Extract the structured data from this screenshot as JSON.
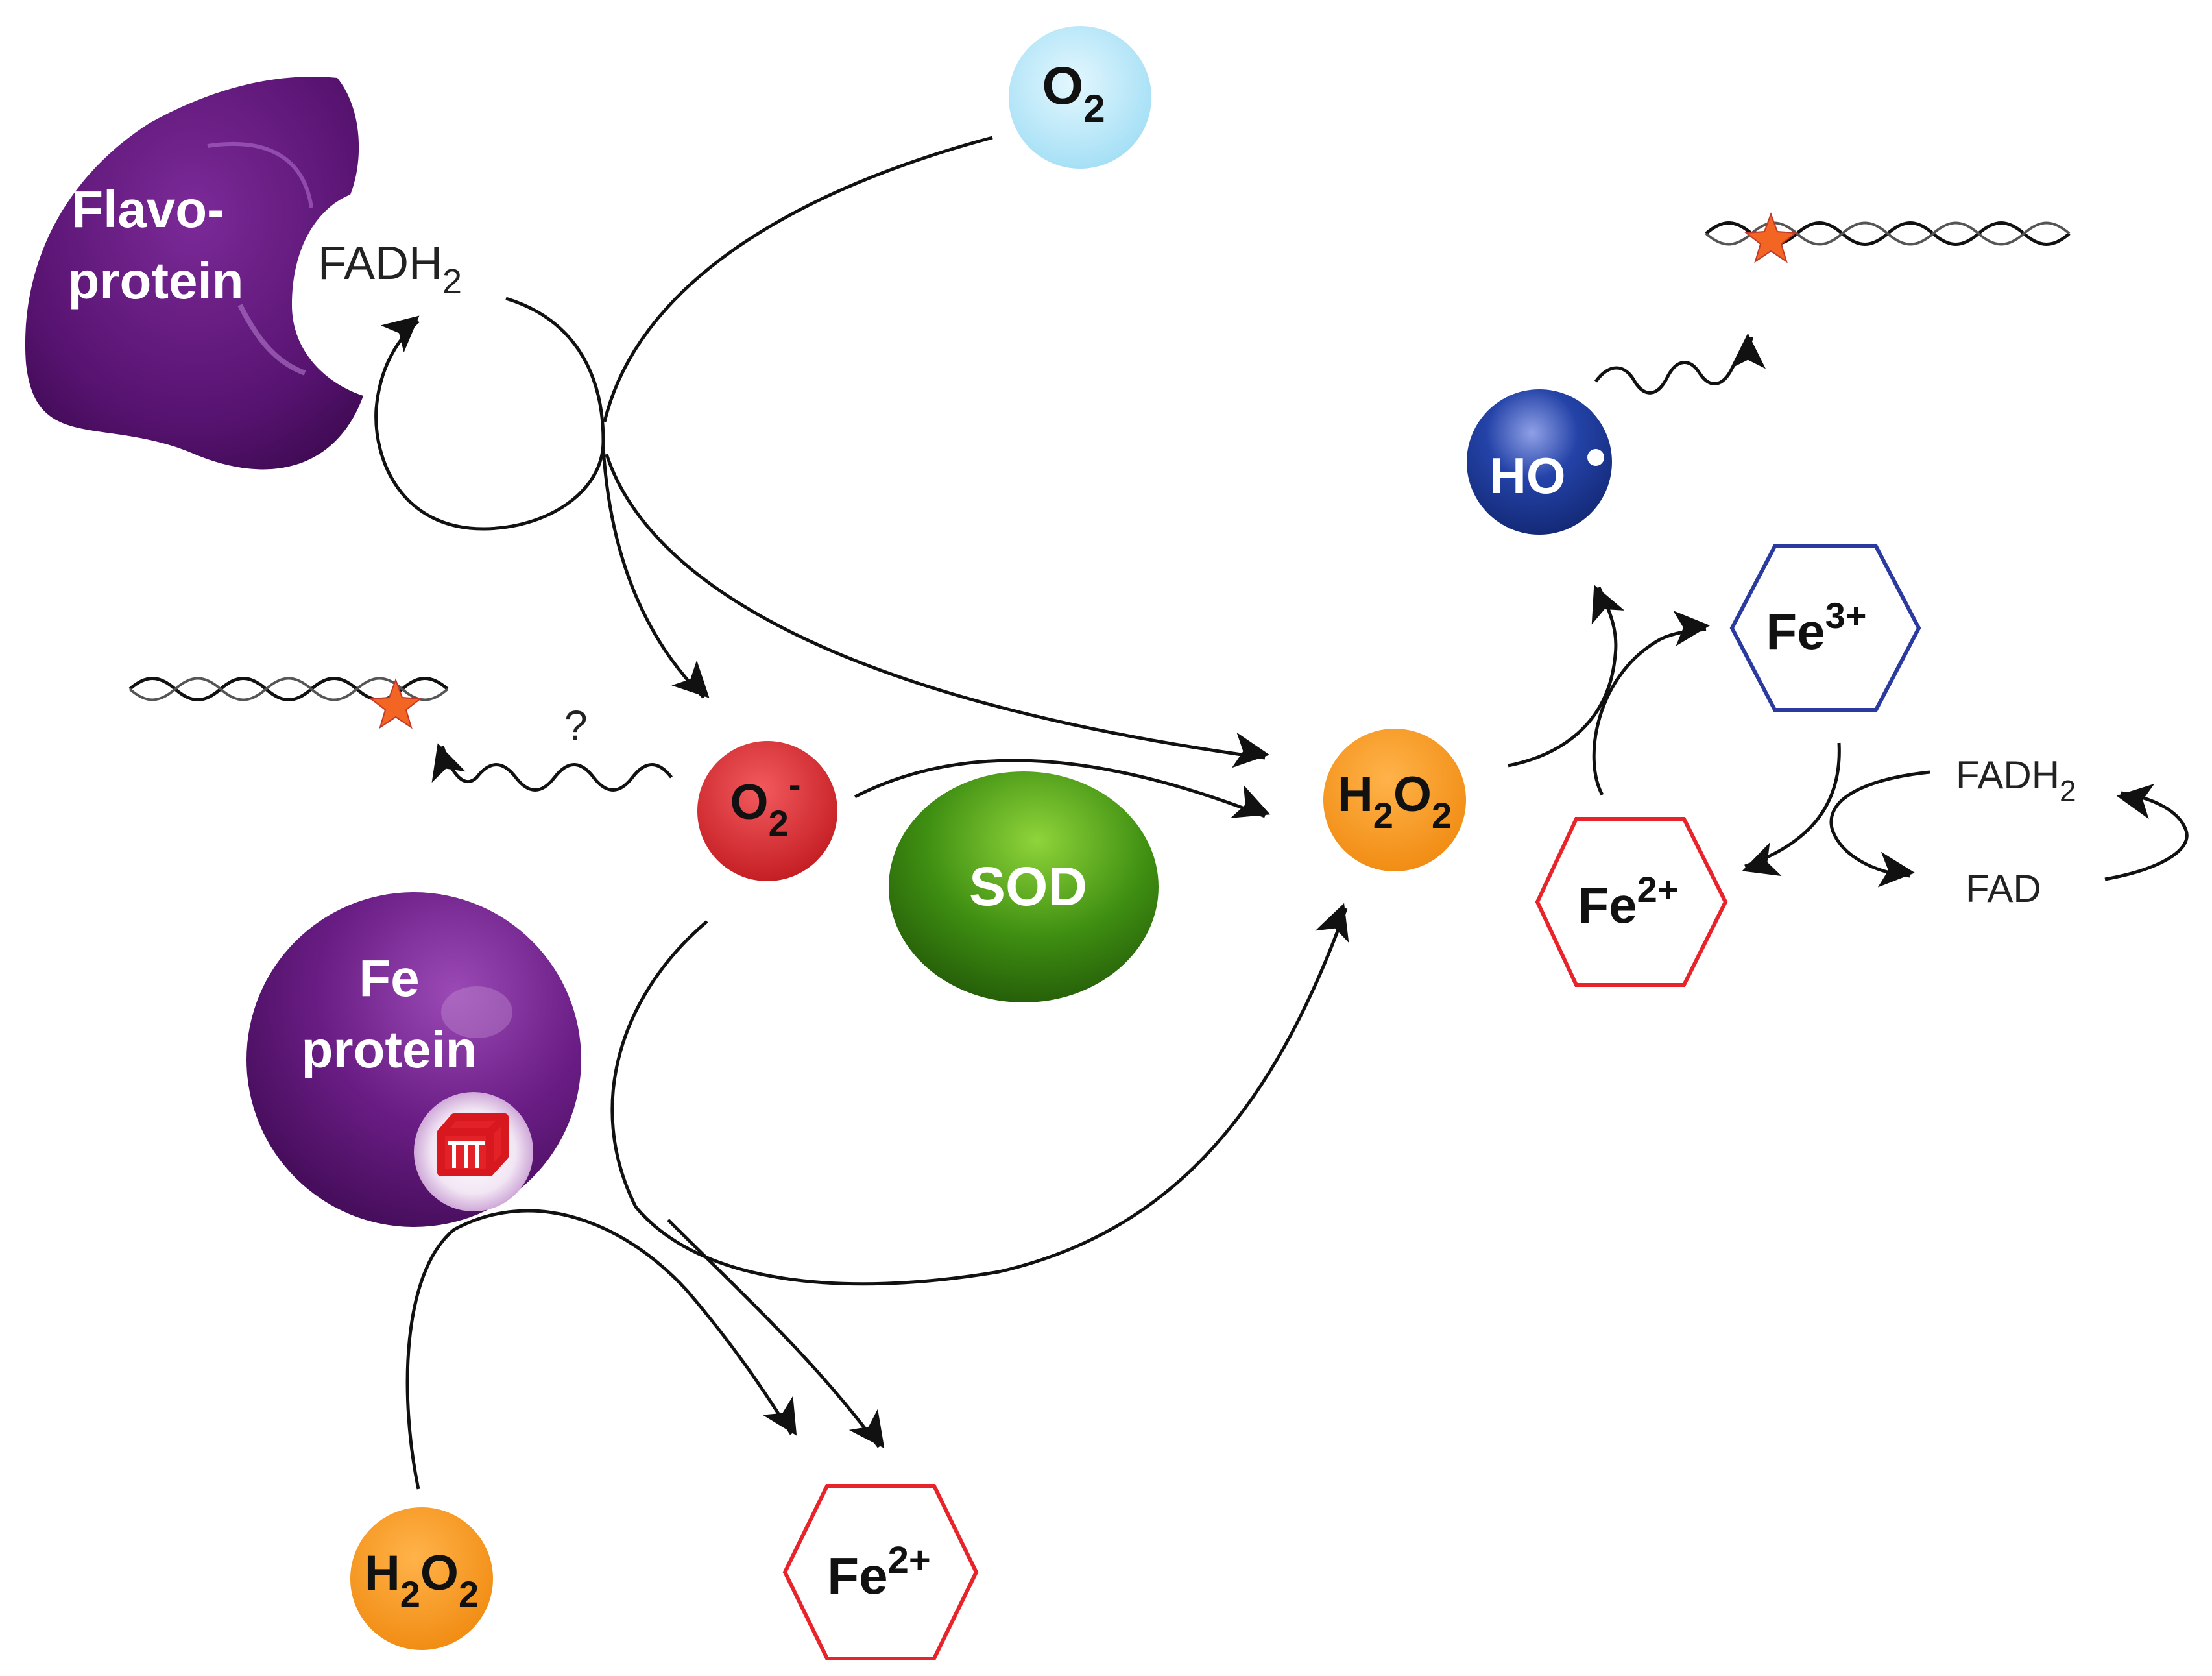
{
  "nodes": {
    "flavoprotein": {
      "line1": "Flavo-",
      "line2": "protein",
      "cofactor": "FADH",
      "cofactor_sub": "2"
    },
    "o2": {
      "base": "O",
      "sub": "2"
    },
    "superoxide": {
      "base": "O",
      "sub": "2",
      "sup": "-"
    },
    "sod": {
      "label": "SOD"
    },
    "h2o2_center": {
      "h": "H",
      "sub1": "2",
      "o": "O",
      "sub2": "2"
    },
    "h2o2_bottom": {
      "h": "H",
      "sub1": "2",
      "o": "O",
      "sub2": "2"
    },
    "hydroxyl": {
      "label": "HO"
    },
    "fe3": {
      "base": "Fe",
      "sup": "3+"
    },
    "fe2_right": {
      "base": "Fe",
      "sup": "2+"
    },
    "fe2_bottom": {
      "base": "Fe",
      "sup": "2+"
    },
    "fe_protein": {
      "line1": "Fe",
      "line2": "protein"
    },
    "fadh2_right": {
      "base": "FADH",
      "sub": "2"
    },
    "fad_right": {
      "label": "FAD"
    },
    "question": {
      "label": "?"
    }
  },
  "colors": {
    "purple": "#5a1670",
    "o2_blue": "#bfeaf8",
    "superoxide_red": "#e02a2e",
    "sod_green": "#3f8f12",
    "h2o2_orange": "#f7941d",
    "hydroxyl_blue": "#1d3a9c",
    "fe3_outline": "#2b3a9e",
    "fe2_outline": "#e8232a",
    "star": "#f26522"
  }
}
